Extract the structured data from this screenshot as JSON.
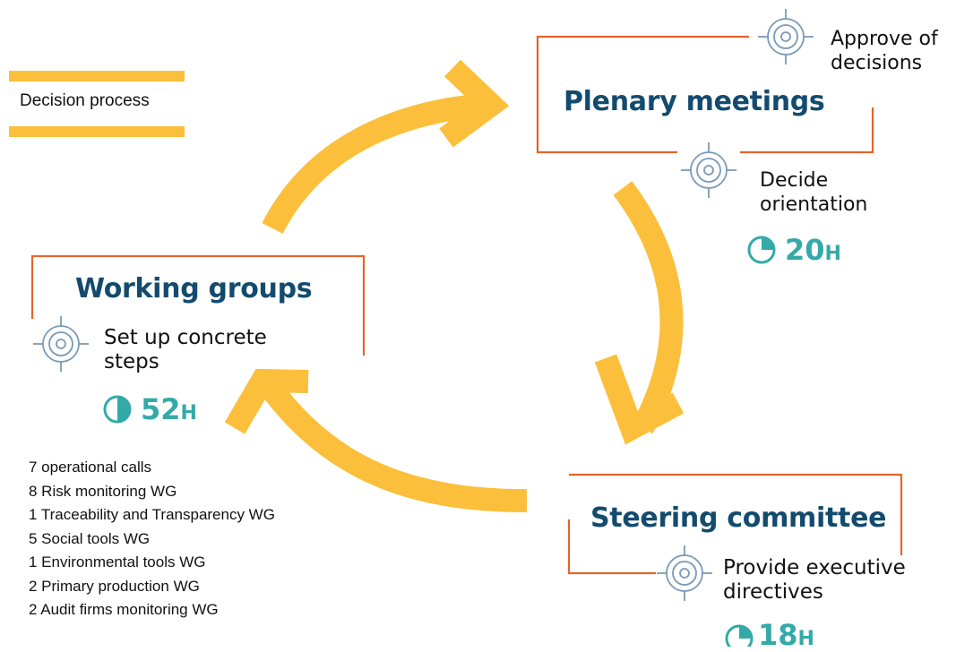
{
  "legend": {
    "label": "Decision process"
  },
  "plenary": {
    "title": "Plenary meetings",
    "top_goal": "Approve of\ndecisions",
    "bottom_goal": "Decide\norientation",
    "hours_value": "20",
    "hours_unit": "H",
    "clock_fraction": 0.25
  },
  "working_groups": {
    "title": "Working groups",
    "goal": "Set up concrete\nsteps",
    "hours_value": "52",
    "hours_unit": "H",
    "clock_fraction": 0.5
  },
  "steering": {
    "title": "Steering committee",
    "goal": "Provide executive\ndirectives",
    "hours_value": "18",
    "hours_unit": "H",
    "clock_fraction": 0.25
  },
  "calls": [
    "7 operational calls",
    "8 Risk monitoring WG",
    "1 Traceability and Transparency WG",
    "5 Social tools WG",
    "1 Environmental tools WG",
    "2 Primary production WG",
    "2 Audit firms monitoring WG"
  ],
  "colors": {
    "arrow": "#fbbf3b",
    "frame": "#e4652a",
    "title": "#134b6e",
    "hours": "#34aaa8",
    "target_icon": "#7a9ab6"
  }
}
